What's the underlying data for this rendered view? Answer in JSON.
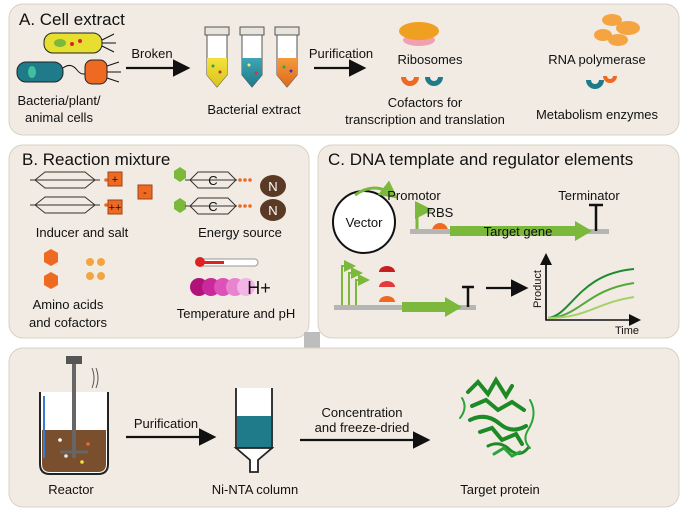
{
  "colors": {
    "panel": "#f1ebe3",
    "panel_border": "#d8d0c4",
    "green": "#7bb83c",
    "dark_green": "#1f8a2e",
    "orange": "#ee7a22",
    "teal": "#1f7b8a",
    "brown": "#5a3a24",
    "gray_arrow": "#bdbdbd"
  },
  "panel_a": {
    "title": "A. Cell extract",
    "cells_label_1": "Bacteria/plant/",
    "cells_label_2": "animal cells",
    "broken_label": "Broken",
    "extract_label": "Bacterial extract",
    "purification_label": "Purification",
    "ribosomes_label": "Ribosomes",
    "cofactors_label_1": "Cofactors for",
    "cofactors_label_2": "transcription and translation",
    "rna_pol_label": "RNA polymerase",
    "metabolism_label": "Metabolism enzymes"
  },
  "panel_b": {
    "title": "B. Reaction mixture",
    "inducer_label": "Inducer and salt",
    "energy_label": "Energy source",
    "amino_label_1": "Amino acids",
    "amino_label_2": "and cofactors",
    "temp_label": "Temperature and pH",
    "c_letter": "C",
    "n_letter": "N",
    "h_plus": "H+",
    "plus_sign": "+",
    "minus_sign": "-",
    "double_plus": "++"
  },
  "panel_c": {
    "title": "C. DNA template and regulator elements",
    "vector_label": "Vector",
    "promotor_label": "Promotor",
    "rbs_label": "RBS",
    "terminator_label": "Terminator",
    "target_gene_label": "Target gene",
    "product_axis": "Product",
    "time_axis": "Time"
  },
  "panel_d": {
    "reactor_label": "Reactor",
    "purification_label": "Purification",
    "column_label": "Ni-NTA column",
    "concentration_label_1": "Concentration",
    "concentration_label_2": "and freeze-dried",
    "protein_label": "Target protein"
  }
}
